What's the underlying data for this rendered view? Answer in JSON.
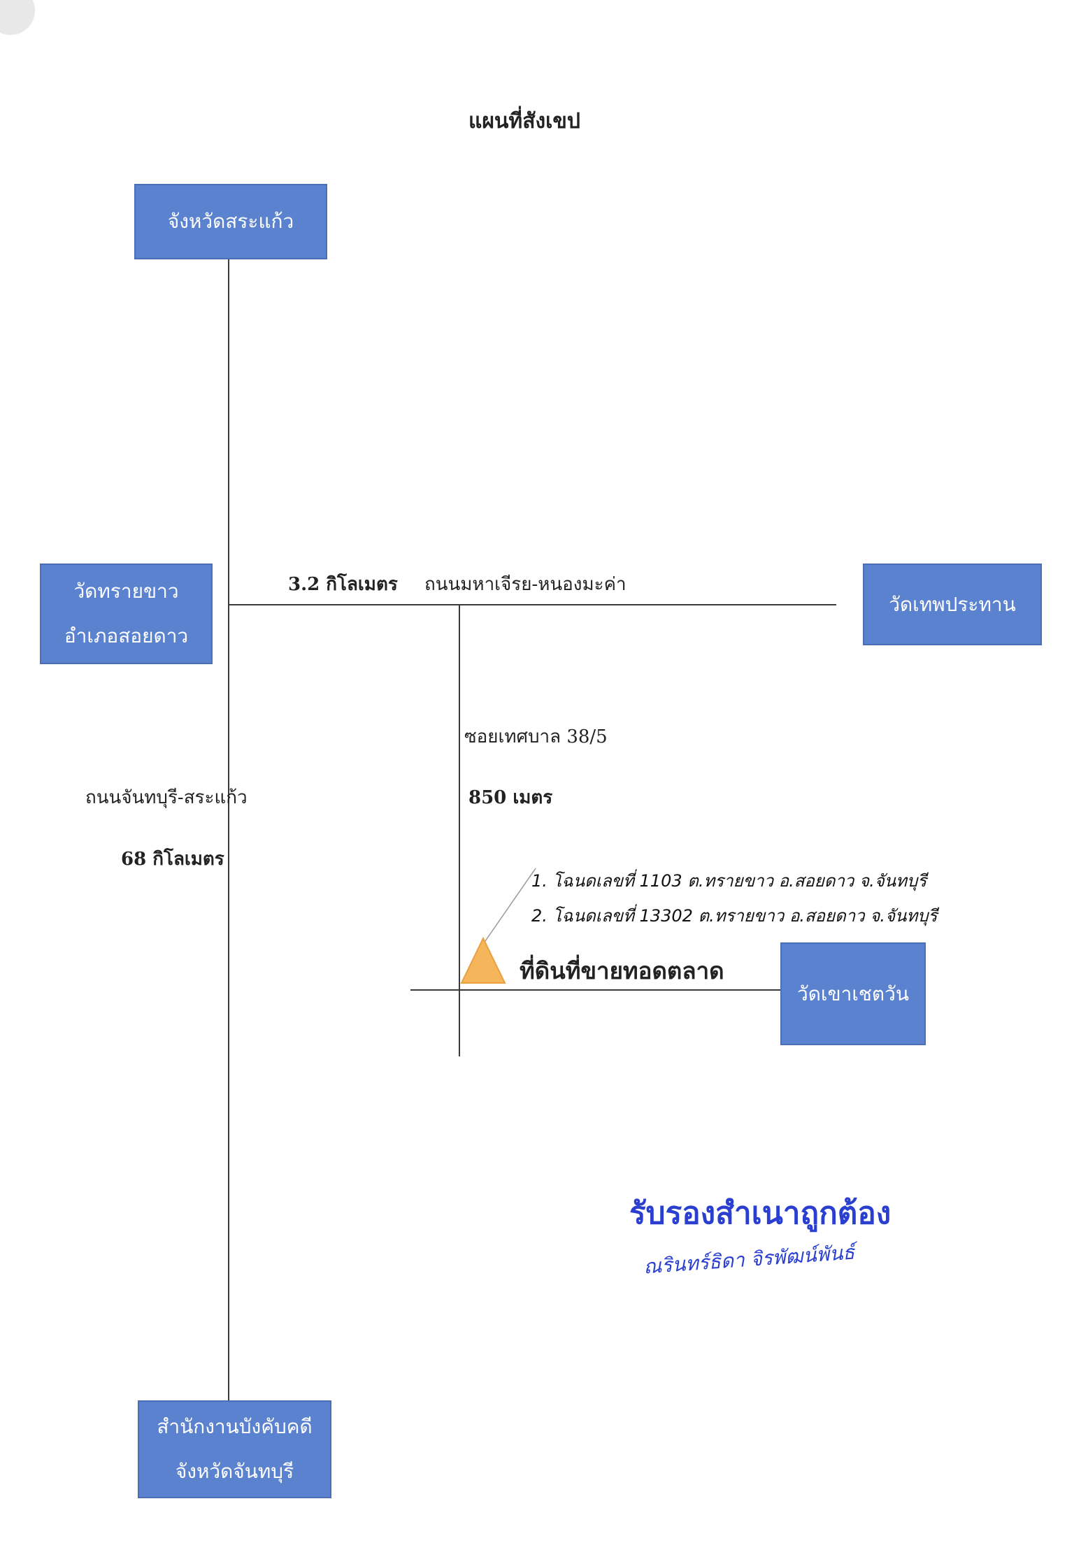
{
  "title": "แผนที่สังเขป",
  "boxes": {
    "sakaeo": [
      "จังหวัดสระแก้ว"
    ],
    "wat_saikhao": [
      "วัดทรายขาว",
      "อำเภอสอยดาว"
    ],
    "wat_thep": [
      "วัดเทพประทาน"
    ],
    "wat_khaochet": [
      "วัดเขาเชตวัน"
    ],
    "office": [
      "สำนักงานบังคับคดี",
      "จังหวัดจันทบุรี"
    ]
  },
  "roads": {
    "main_road_name": "ถนนจันทบุรี-สระแก้ว",
    "main_road_distance": "68 กิโลเมตร",
    "cross_road_distance": "3.2 กิโลเมตร",
    "cross_road_name": "ถนนมหาเจีรย-หนองมะค่า",
    "soi_name": "ซอยเทศบาล 38/5",
    "soi_distance": "850 เมตร"
  },
  "land": {
    "label": "ที่ดินที่ขายทอดตลาด",
    "marker_color": "#f5b55a",
    "deeds": [
      "1. โฉนดเลขที่ 1103 ต.ทรายขาว อ.สอยดาว จ.จันทบุรี",
      "2. โฉนดเลขที่ 13302 ต.ทรายขาว อ.สอยดาว จ.จันทบุรี"
    ]
  },
  "certification": {
    "stamp": "รับรองสำเนาถูกต้อง",
    "signature": "ณรินทร์ธิดา จิรพัฒน์พันธ์"
  },
  "colors": {
    "box_fill": "#5b82cf",
    "stamp_ink": "#2a3fd0"
  }
}
